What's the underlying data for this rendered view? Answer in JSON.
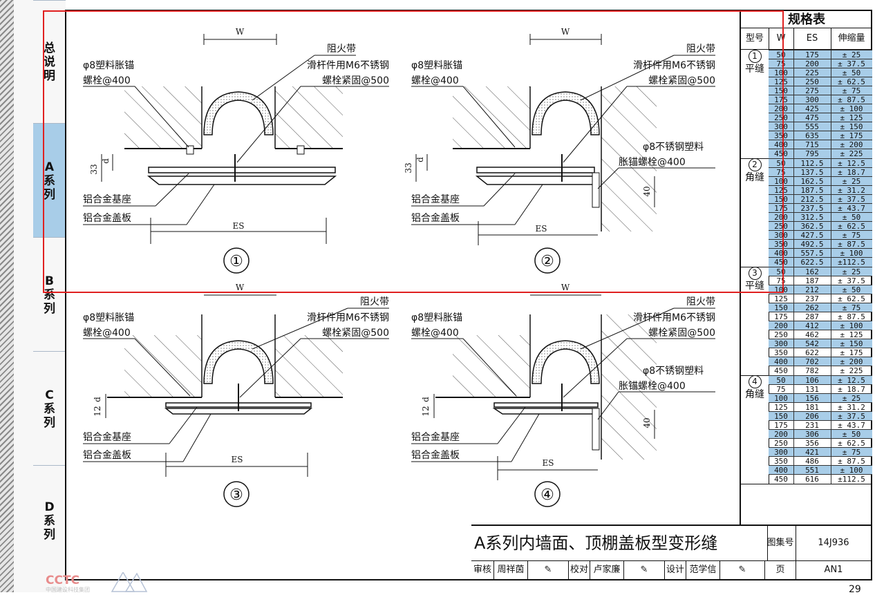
{
  "nav": [
    {
      "label": [
        "总",
        "说",
        "明"
      ],
      "active": false
    },
    {
      "label": [
        "A",
        "系",
        "列"
      ],
      "active": true
    },
    {
      "label": [
        "B",
        "系",
        "列"
      ],
      "active": false
    },
    {
      "label": [
        "C",
        "系",
        "列"
      ],
      "active": false
    },
    {
      "label": [
        "D",
        "系",
        "列"
      ],
      "active": false
    }
  ],
  "details": [
    {
      "num": "①",
      "w": "W",
      "anchor_1": "φ8塑料胀锚",
      "anchor_2": "螺栓@400",
      "fire_band": "阻火带",
      "slide_1": "滑杆件用M6不锈钢",
      "slide_2": "螺栓紧固@500",
      "dim_33": "33",
      "dim_d": "d",
      "base": "铝合金基座",
      "cover": "铝合金盖板",
      "es": "ES"
    },
    {
      "num": "②",
      "w": "W",
      "anchor_1": "φ8塑料胀锚",
      "anchor_2": "螺栓@400",
      "fire_band": "阻火带",
      "slide_1": "滑杆件用M6不锈钢",
      "slide_2": "螺栓紧固@500",
      "dim_33": "33",
      "dim_d": "d",
      "ss_1": "φ8不锈钢塑料",
      "ss_2": "胀锚螺栓@400",
      "dim_40": "40",
      "base": "铝合金基座",
      "cover": "铝合金盖板",
      "es": "ES"
    },
    {
      "num": "③",
      "w": "W",
      "anchor_1": "φ8塑料胀锚",
      "anchor_2": "螺栓@400",
      "fire_band": "阻火带",
      "slide_1": "滑杆件用M6不锈钢",
      "slide_2": "螺栓紧固@500",
      "dim_12": "12",
      "dim_d": "d",
      "base": "铝合金基座",
      "cover": "铝合金盖板",
      "es": "ES"
    },
    {
      "num": "④",
      "w": "W",
      "anchor_1": "φ8塑料胀锚",
      "anchor_2": "螺栓@400",
      "fire_band": "阻火带",
      "slide_1": "滑杆件用M6不锈钢",
      "slide_2": "螺栓紧固@500",
      "dim_12": "12",
      "dim_d": "d",
      "ss_1": "φ8不锈钢塑料",
      "ss_2": "胀锚螺栓@400",
      "dim_40": "40",
      "base": "铝合金基座",
      "cover": "铝合金盖板",
      "es": "ES"
    }
  ],
  "spec": {
    "title": "规格表",
    "headers": [
      "型号",
      "W",
      "ES",
      "伸缩量"
    ],
    "groups": [
      {
        "num": "1",
        "name": "平缝",
        "rows": [
          [
            "50",
            "175",
            "± 25"
          ],
          [
            "75",
            "200",
            "± 37.5"
          ],
          [
            "100",
            "225",
            "± 50"
          ],
          [
            "125",
            "250",
            "± 62.5"
          ],
          [
            "150",
            "275",
            "± 75"
          ],
          [
            "175",
            "300",
            "± 87.5"
          ],
          [
            "200",
            "425",
            "± 100"
          ],
          [
            "250",
            "475",
            "± 125"
          ],
          [
            "300",
            "555",
            "± 150"
          ],
          [
            "350",
            "635",
            "± 175"
          ],
          [
            "400",
            "715",
            "± 200"
          ],
          [
            "450",
            "795",
            "± 225"
          ]
        ]
      },
      {
        "num": "2",
        "name": "角缝",
        "rows": [
          [
            "50",
            "112.5",
            "± 12.5"
          ],
          [
            "75",
            "137.5",
            "± 18.7"
          ],
          [
            "100",
            "162.5",
            "± 25"
          ],
          [
            "125",
            "187.5",
            "± 31.2"
          ],
          [
            "150",
            "212.5",
            "± 37.5"
          ],
          [
            "175",
            "237.5",
            "± 43.7"
          ],
          [
            "200",
            "312.5",
            "± 50"
          ],
          [
            "250",
            "362.5",
            "± 62.5"
          ],
          [
            "300",
            "427.5",
            "± 75"
          ],
          [
            "350",
            "492.5",
            "± 87.5"
          ],
          [
            "400",
            "557.5",
            "± 100"
          ],
          [
            "450",
            "622.5",
            "±112.5"
          ]
        ]
      },
      {
        "num": "3",
        "name": "平缝",
        "rows": [
          [
            "50",
            "162",
            "± 25"
          ],
          [
            "75",
            "187",
            "± 37.5"
          ],
          [
            "100",
            "212",
            "± 50"
          ],
          [
            "125",
            "237",
            "± 62.5"
          ],
          [
            "150",
            "262",
            "± 75"
          ],
          [
            "175",
            "287",
            "± 87.5"
          ],
          [
            "200",
            "412",
            "± 100"
          ],
          [
            "250",
            "462",
            "± 125"
          ],
          [
            "300",
            "542",
            "± 150"
          ],
          [
            "350",
            "622",
            "± 175"
          ],
          [
            "400",
            "702",
            "± 200"
          ],
          [
            "450",
            "782",
            "± 225"
          ]
        ]
      },
      {
        "num": "4",
        "name": "角缝",
        "rows": [
          [
            "50",
            "106",
            "± 12.5"
          ],
          [
            "75",
            "131",
            "± 18.7"
          ],
          [
            "100",
            "156",
            "± 25"
          ],
          [
            "125",
            "181",
            "± 31.2"
          ],
          [
            "150",
            "206",
            "± 37.5"
          ],
          [
            "175",
            "231",
            "± 43.7"
          ],
          [
            "200",
            "306",
            "± 50"
          ],
          [
            "250",
            "356",
            "± 62.5"
          ],
          [
            "300",
            "421",
            "± 75"
          ],
          [
            "350",
            "486",
            "± 87.5"
          ],
          [
            "400",
            "551",
            "± 100"
          ],
          [
            "450",
            "616",
            "±112.5"
          ]
        ]
      }
    ]
  },
  "titleblock": {
    "title": "A系列内墙面、顶棚盖板型变形缝",
    "atlas_label": "图集号",
    "atlas_no": "14J936",
    "page_label": "页",
    "page_no": "AN1",
    "review_label": "审核",
    "reviewer": "周祥茵",
    "check_label": "校对",
    "checker": "卢家廉",
    "design_label": "设计",
    "designer": "范学信"
  },
  "logo_text": "CCTC",
  "logo_sub": "中国建设科技集团",
  "page_number": "29",
  "accent_color": "#a8cde8",
  "highlight_color": "#e02020"
}
